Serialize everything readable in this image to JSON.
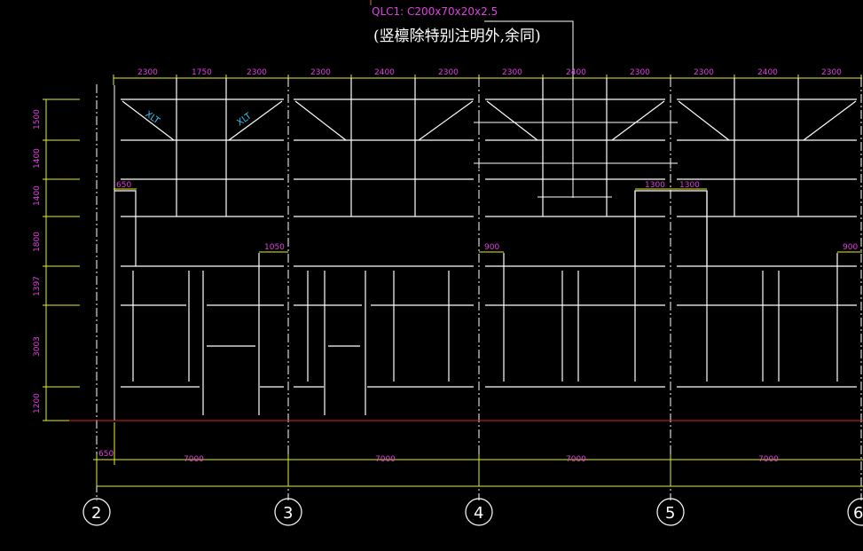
{
  "header": {
    "label": "QLC1: C200x70x20x2.5",
    "note": "(竖檩除特别注明外,余同)"
  },
  "top_dims": [
    "2300",
    "1750",
    "2300",
    "2300",
    "2400",
    "2300",
    "2300",
    "2400",
    "2300",
    "2300",
    "2400",
    "2300"
  ],
  "left_dims": [
    "1500",
    "1400",
    "1400",
    "1800",
    "1397",
    "3003",
    "1200"
  ],
  "bottom_dims": {
    "offset": "650",
    "bays": [
      "7000",
      "7000",
      "7000",
      "7000"
    ]
  },
  "openings": {
    "d650": "650",
    "d1050": "1050",
    "d900a": "900",
    "d1300a": "1300",
    "d1300b": "1300",
    "d900b": "900"
  },
  "member_tags": [
    "XLT",
    "XLT"
  ],
  "axes": [
    "2",
    "3",
    "4",
    "5",
    "6"
  ],
  "colors": {
    "background": "#000000",
    "linework": "#ffffff",
    "dimension": "#e6f02a",
    "text": "#e040e0",
    "ground": "#e02020",
    "tag": "#33c8f0"
  }
}
